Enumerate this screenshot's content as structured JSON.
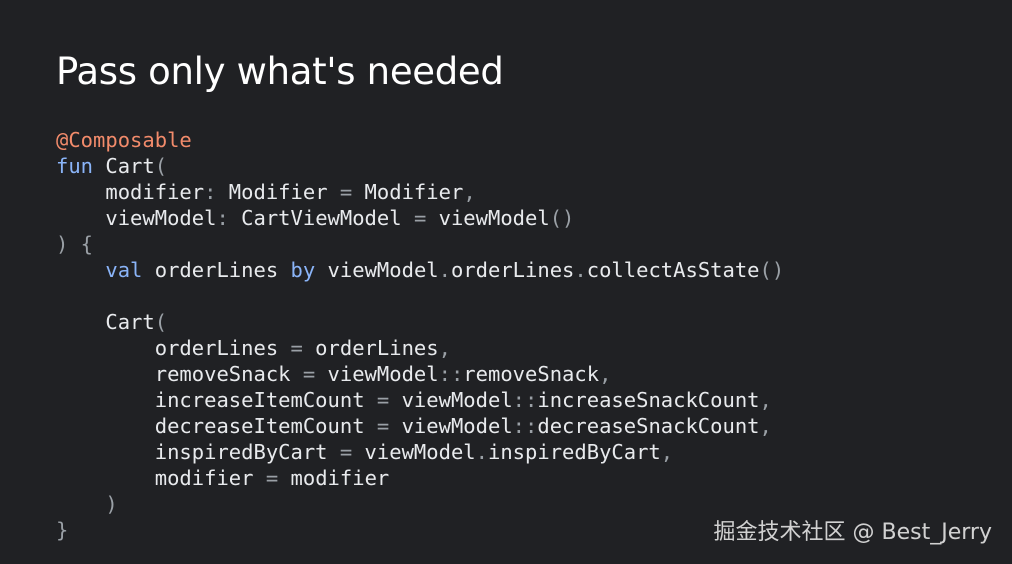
{
  "slide": {
    "title": "Pass only what's needed",
    "watermark": "掘金技术社区 @ Best_Jerry"
  },
  "colors": {
    "background": "#202124",
    "title_text": "#ffffff",
    "code_default": "#e8eaed",
    "annotation": "#f28b6b",
    "keyword": "#8ab4f8",
    "punctuation": "#9aa0a6"
  },
  "code": {
    "lines": [
      [
        {
          "t": "@Composable",
          "c": "ann"
        }
      ],
      [
        {
          "t": "fun",
          "c": "kw"
        },
        {
          "t": " Cart",
          "c": "id"
        },
        {
          "t": "(",
          "c": "pn"
        }
      ],
      [
        {
          "t": "    modifier",
          "c": "id"
        },
        {
          "t": ":",
          "c": "pn"
        },
        {
          "t": " Modifier ",
          "c": "id"
        },
        {
          "t": "=",
          "c": "pn"
        },
        {
          "t": " Modifier",
          "c": "id"
        },
        {
          "t": ",",
          "c": "pn"
        }
      ],
      [
        {
          "t": "    viewModel",
          "c": "id"
        },
        {
          "t": ":",
          "c": "pn"
        },
        {
          "t": " CartViewModel ",
          "c": "id"
        },
        {
          "t": "=",
          "c": "pn"
        },
        {
          "t": " viewModel",
          "c": "id"
        },
        {
          "t": "()",
          "c": "pn"
        }
      ],
      [
        {
          "t": ") {",
          "c": "pn"
        }
      ],
      [
        {
          "t": "    ",
          "c": "id"
        },
        {
          "t": "val",
          "c": "kw"
        },
        {
          "t": " orderLines ",
          "c": "id"
        },
        {
          "t": "by",
          "c": "kw"
        },
        {
          "t": " viewModel",
          "c": "id"
        },
        {
          "t": ".",
          "c": "pn"
        },
        {
          "t": "orderLines",
          "c": "id"
        },
        {
          "t": ".",
          "c": "pn"
        },
        {
          "t": "collectAsState",
          "c": "id"
        },
        {
          "t": "()",
          "c": "pn"
        }
      ],
      [
        {
          "t": "",
          "c": "id"
        }
      ],
      [
        {
          "t": "    Cart",
          "c": "id"
        },
        {
          "t": "(",
          "c": "pn"
        }
      ],
      [
        {
          "t": "        orderLines ",
          "c": "id"
        },
        {
          "t": "=",
          "c": "pn"
        },
        {
          "t": " orderLines",
          "c": "id"
        },
        {
          "t": ",",
          "c": "pn"
        }
      ],
      [
        {
          "t": "        removeSnack ",
          "c": "id"
        },
        {
          "t": "=",
          "c": "pn"
        },
        {
          "t": " viewModel",
          "c": "id"
        },
        {
          "t": "::",
          "c": "pn"
        },
        {
          "t": "removeSnack",
          "c": "id"
        },
        {
          "t": ",",
          "c": "pn"
        }
      ],
      [
        {
          "t": "        increaseItemCount ",
          "c": "id"
        },
        {
          "t": "=",
          "c": "pn"
        },
        {
          "t": " viewModel",
          "c": "id"
        },
        {
          "t": "::",
          "c": "pn"
        },
        {
          "t": "increaseSnackCount",
          "c": "id"
        },
        {
          "t": ",",
          "c": "pn"
        }
      ],
      [
        {
          "t": "        decreaseItemCount ",
          "c": "id"
        },
        {
          "t": "=",
          "c": "pn"
        },
        {
          "t": " viewModel",
          "c": "id"
        },
        {
          "t": "::",
          "c": "pn"
        },
        {
          "t": "decreaseSnackCount",
          "c": "id"
        },
        {
          "t": ",",
          "c": "pn"
        }
      ],
      [
        {
          "t": "        inspiredByCart ",
          "c": "id"
        },
        {
          "t": "=",
          "c": "pn"
        },
        {
          "t": " viewModel",
          "c": "id"
        },
        {
          "t": ".",
          "c": "pn"
        },
        {
          "t": "inspiredByCart",
          "c": "id"
        },
        {
          "t": ",",
          "c": "pn"
        }
      ],
      [
        {
          "t": "        modifier ",
          "c": "id"
        },
        {
          "t": "=",
          "c": "pn"
        },
        {
          "t": " modifier",
          "c": "id"
        }
      ],
      [
        {
          "t": "    )",
          "c": "pn"
        }
      ],
      [
        {
          "t": "}",
          "c": "pn"
        }
      ]
    ]
  }
}
